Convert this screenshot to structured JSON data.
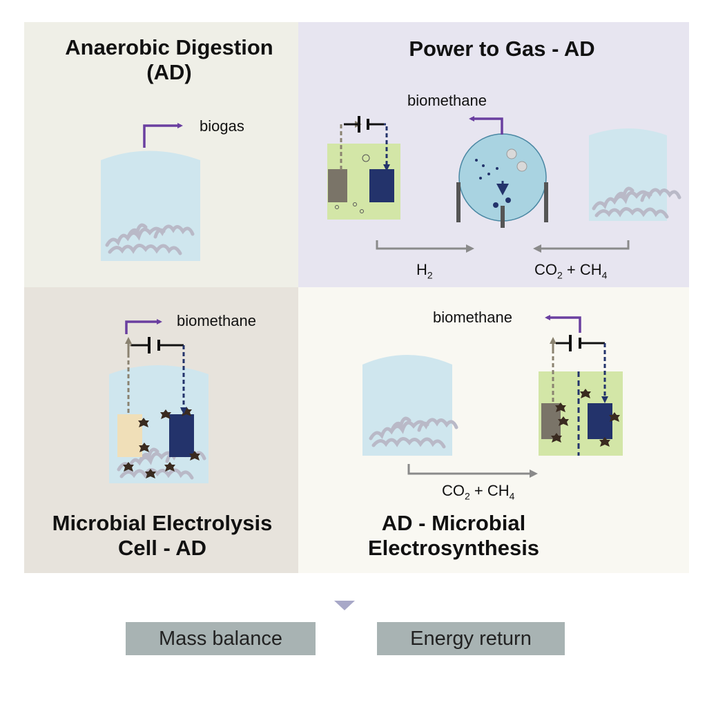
{
  "panels": {
    "ad": {
      "title_l1": "Anaerobic Digestion",
      "title_l2": "(AD)",
      "out_label": "biogas"
    },
    "ptg": {
      "title": "Power to Gas - AD",
      "out_label": "biomethane",
      "flow_h2": "H",
      "flow_h2_sub": "2",
      "flow_co2_a": "CO",
      "flow_co2_sub": "2",
      "flow_co2_b": " + CH",
      "flow_co2_sub2": "4"
    },
    "mec": {
      "title_l1": "Microbial Electrolysis",
      "title_l2": "Cell - AD",
      "out_label": "biomethane"
    },
    "mes": {
      "title_l1": "AD - Microbial",
      "title_l2": "Electrosynthesis",
      "out_label": "biomethane",
      "flow_co2_a": "CO",
      "flow_co2_sub": "2",
      "flow_co2_b": " + CH",
      "flow_co2_sub2": "4"
    }
  },
  "outcomes": {
    "left": "Mass balance",
    "right": "Energy return"
  },
  "colors": {
    "ad_bg": "#efefe7",
    "ptg_bg": "#e7e5f0",
    "mec_bg": "#e7e3dc",
    "mes_bg": "#f9f8f2",
    "tank": "#cfe6ee",
    "arrow_purple": "#6a3fa0",
    "arrow_gray": "#8a8a8a",
    "cathode": "#23336b",
    "anode": "#7a7468",
    "cell_green": "#d3e6a7",
    "box": "#a8b3b3"
  }
}
